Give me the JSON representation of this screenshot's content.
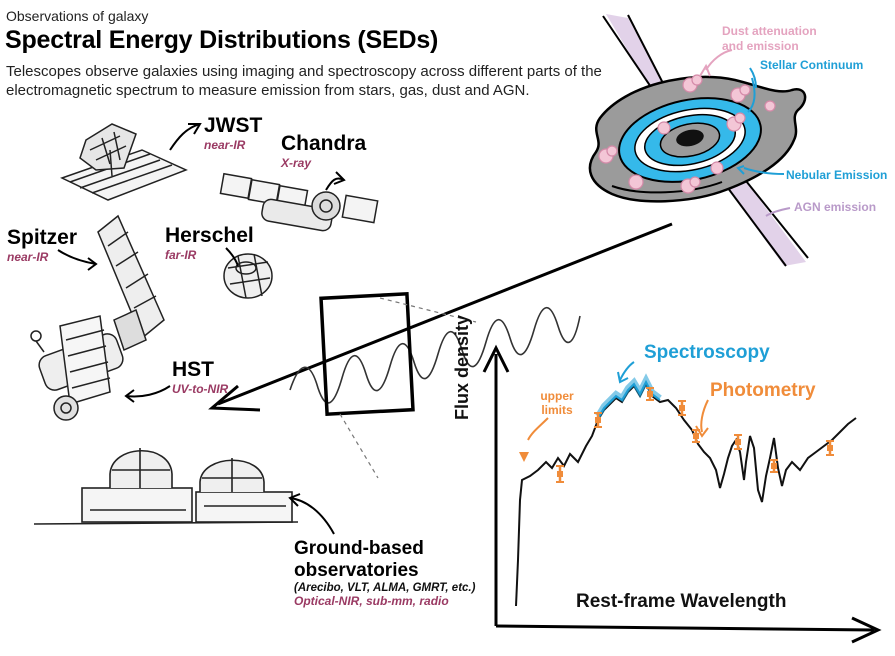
{
  "header": {
    "overline": "Observations of galaxy",
    "title": "Spectral Energy Distributions (SEDs)",
    "description": "Telescopes observe galaxies using imaging and spectroscopy across different parts of the electromagnetic spectrum to measure emission from stars, gas, dust and AGN."
  },
  "telescopes": {
    "jwst": {
      "name": "JWST",
      "band": "near-IR"
    },
    "chandra": {
      "name": "Chandra",
      "band": "X-ray"
    },
    "spitzer": {
      "name": "Spitzer",
      "band": "near-IR"
    },
    "herschel": {
      "name": "Herschel",
      "band": "far-IR"
    },
    "hst": {
      "name": "HST",
      "band": "UV-to-NIR"
    }
  },
  "ground": {
    "name": "Ground-based observatories",
    "list": "(Arecibo, VLT, ALMA, GMRT, etc.)",
    "band": "Optical-NIR, sub-mm, radio"
  },
  "galaxy": {
    "dust": "Dust attenuation and emission",
    "stellar": "Stellar Continuum",
    "nebular": "Nebular Emission",
    "agn": "AGN emission"
  },
  "sed": {
    "y_axis": "Flux density",
    "x_axis": "Rest-frame Wavelength",
    "spectroscopy": "Spectroscopy",
    "photometry": "Photometry",
    "upper_limits": "upper limits"
  },
  "colors": {
    "spectroscopy": "#1f9fd6",
    "photometry": "#f08c3a",
    "band_label": "#9a3a63",
    "dust": "#e4a3bf",
    "agn": "#b99ac9"
  }
}
